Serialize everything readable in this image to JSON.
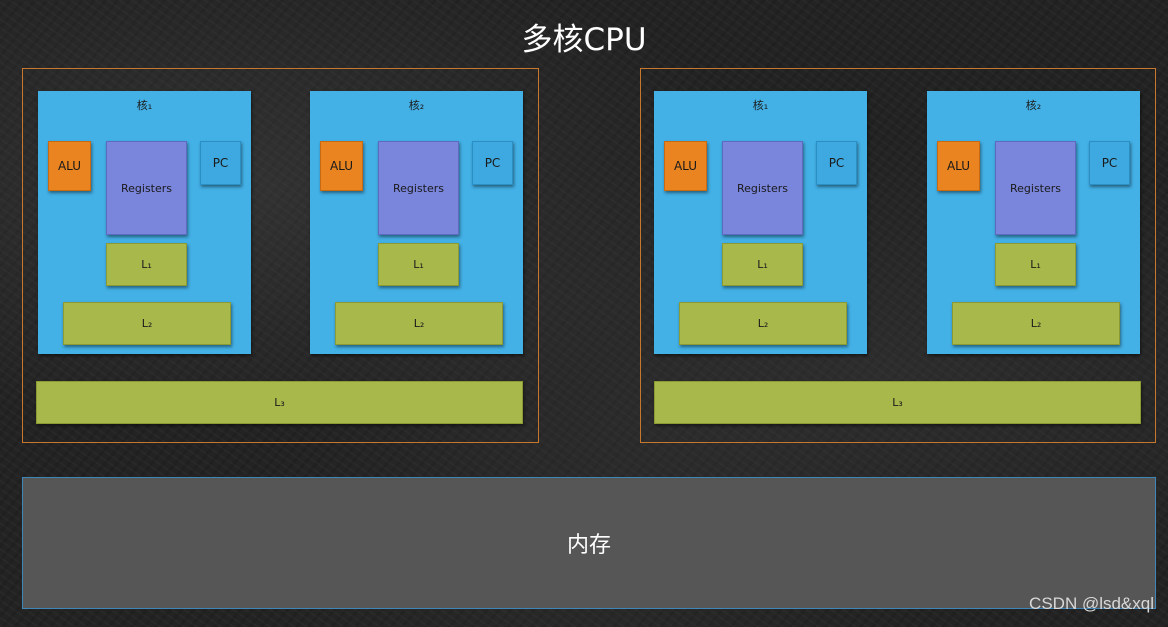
{
  "title": "多核CPU",
  "cpus": [
    {
      "cores": [
        {
          "title": "核₁",
          "alu": "ALU",
          "pc": "PC",
          "registers": "Registers",
          "l1": "L₁",
          "l2": "L₂"
        },
        {
          "title": "核₂",
          "alu": "ALU",
          "pc": "PC",
          "registers": "Registers",
          "l1": "L₁",
          "l2": "L₂"
        }
      ],
      "l3": "L₃"
    },
    {
      "cores": [
        {
          "title": "核₁",
          "alu": "ALU",
          "pc": "PC",
          "registers": "Registers",
          "l1": "L₁",
          "l2": "L₂"
        },
        {
          "title": "核₂",
          "alu": "ALU",
          "pc": "PC",
          "registers": "Registers",
          "l1": "L₁",
          "l2": "L₂"
        }
      ],
      "l3": "L₃"
    }
  ],
  "memory": "内存",
  "watermark": "CSDN @lsd&xql",
  "colors": {
    "core": "#43b0e6",
    "alu": "#ea8420",
    "registers": "#7a86dc",
    "cache": "#a9b84a",
    "cpu_border": "#c8782c",
    "memory": "#565656"
  }
}
